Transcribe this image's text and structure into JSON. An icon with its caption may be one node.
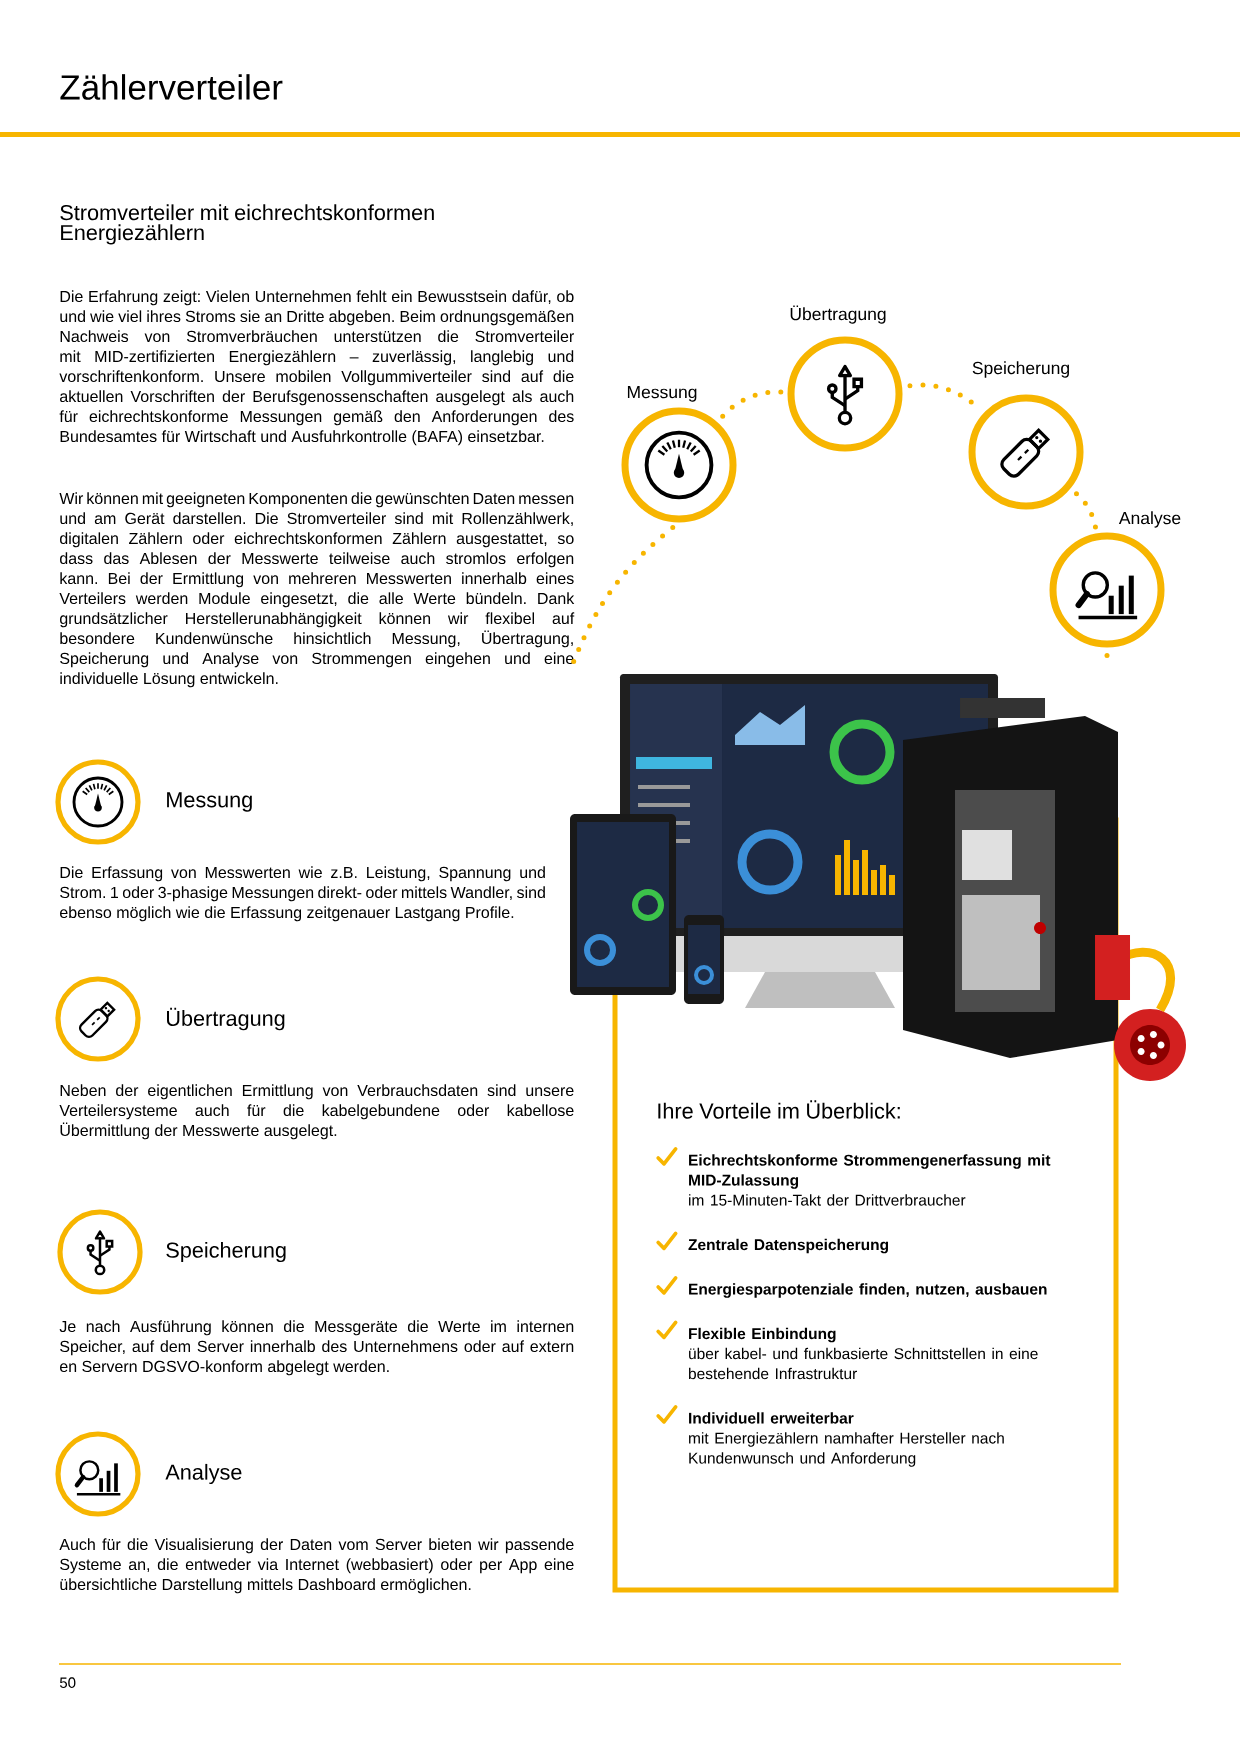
{
  "diagram": {
    "title": "Zählerverteiler",
    "nodes": [
      {
        "text": [
          "Messung"
        ]
      },
      {
        "text": [
          "Übertragung"
        ]
      },
      {
        "text": [
          "Speicherung"
        ]
      },
      {
        "text": [
          "Analyse"
        ]
      },
      {
        "text": [],
        "shape": "picture"
      },
      {
        "text": [
          "Messung"
        ]
      },
      {
        "text": [
          "Übertragung"
        ]
      },
      {
        "text": [
          "Speicherung"
        ]
      },
      {
        "text": [
          "Analyse"
        ]
      },
      {
        "text": [
          "Ihre Vorteile im Überblick:",
          "Eichrechtskonforme Strommengenerfassung mit MID-Zulassung",
          "im 15-Minuten-Takt der Drittverbraucher",
          "Zentrale Datenspeicherung",
          "Energiesparpotenziale finden, nutzen, ausbauen",
          "Flexible Einbindung",
          "über kabel- und funkbasierte Schnittstellen in eine bestehende Infrastruktur",
          "Individuell erweiterbar",
          "mit Energiezählern namhafter Hersteller nach Kundenwunsch und Anforderung"
        ]
      }
    ],
    "edges": [
      {
        "from": 0,
        "to": 1,
        "arrow": "none",
        "style": "dashed"
      },
      {
        "from": 1,
        "to": 2,
        "arrow": "none",
        "style": "dashed"
      },
      {
        "from": 2,
        "to": 3,
        "arrow": "none",
        "style": "dashed"
      },
      {
        "from": 0,
        "to": 4,
        "arrow": "none",
        "style": "dashed"
      },
      {
        "from": 3,
        "to": 4,
        "arrow": "none",
        "style": "dashed"
      }
    ],
    "labels": [
      "Stromverteiler mit eichrechtskonformen Energiezählern",
      "Die Erfahrung zeigt: Vielen Unternehmen fehlt ein Bewusstsein dafür, ob und wie viel ihres Stroms sie an Dritte abgeben. Beim ordnungsgemäßen Nachweis von Stromverbräuchen unterstützen die Stromverteiler mit MID-zertifizierten Energiezählern – zuverlässig, langlebig und vorschriftenkonform. Unsere mobilen Vollgummiverteiler sind auf die aktuellen Vorschriften der Berufsgenossenschaften ausgelegt als auch für eichrechtskonforme Messungen gemäß den Anforderungen des Bundesamtes für Wirtschaft und Ausfuhrkontrolle (BAFA) einsetzbar.",
      "Wir können mit geeigneten Komponenten die gewünschten Daten messen und am Gerät darstellen. Die Stromverteiler sind mit Rollenzählwerk, digitalen Zählern oder eichrechtskonformen Zählern ausgestattet, so dass das Ablesen der Messwerte teilweise auch stromlos erfolgen kann. Bei der Ermittlung von mehreren Messwerten innerhalb eines Verteilers werden Module eingesetzt, die alle Werte bündeln. Dank grundsätzlicher Herstellerunabhängigkeit können wir flexibel auf besondere Kundenwünsche hinsichtlich Messung, Übertragung, Speicherung und Analyse von Strommengen eingehen und eine individuelle Lösung entwickeln.",
      "Die Erfassung von Messwerten wie z.B. Leistung, Spannung und Strom. 1 oder 3-phasige Messungen direkt- oder mittels Wandler, sind ebenso möglich wie die Erfassung zeitgenauer Lastgang Profile.",
      "Neben der eigentlichen Ermittlung von Verbrauchsdaten sind unsere Verteilersysteme auch für die kabelgebundene oder kabellose Übermittlung der Messwerte ausgelegt.",
      "Je nach Ausführung können die Messgeräte die Werte im internen Speicher, auf dem Server innerhalb des Unternehmens oder auf extern en Servern DGSVO-konform abgelegt werden.",
      "Auch für die Visualisierung der Daten vom Server bieten wir passende Systeme an, die entweder via Internet (webbasiert) oder per App eine übersichtliche Darstellung mittels Dashboard ermöglichen.",
      "50"
    ]
  }
}
